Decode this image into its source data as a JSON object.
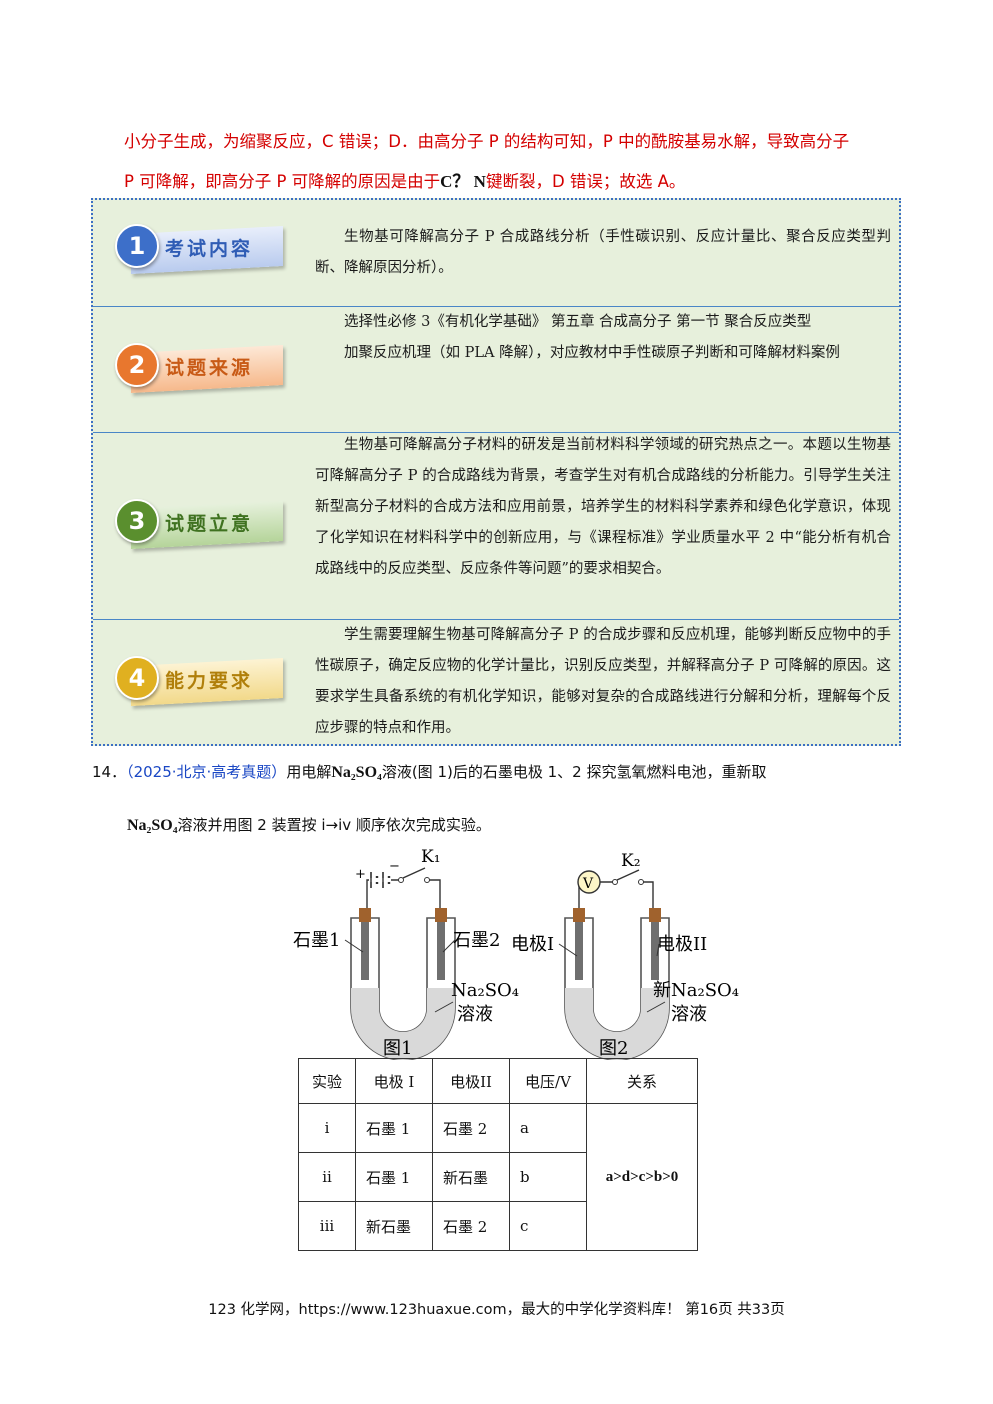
{
  "answer": {
    "line1": "小分子生成，为缩聚反应，C 错误；D．由高分子 P 的结构可知，P 中的酰胺基易水解，导致高分子",
    "line2_pre": "P 可降解，即高分子 P 可降解的原因是由于",
    "line2_bond": "C？ N",
    "line2_post": "键断裂，D 错误；故选 A。"
  },
  "sections": [
    {
      "num": "1",
      "label": "考试内容",
      "color": "#3d6fc9",
      "paras": [
        "生物基可降解高分子 P 合成路线分析（手性碳识别、反应计量比、聚合反应类型判断、降解原因分析）。"
      ]
    },
    {
      "num": "2",
      "label": "试题来源",
      "color": "#e8772e",
      "paras": [
        "选择性必修 3《有机化学基础》 第五章  合成高分子  第一节  聚合反应类型",
        "加聚反应机理（如 PLA 降解），对应教材中手性碳原子判断和可降解材料案例"
      ]
    },
    {
      "num": "3",
      "label": "试题立意",
      "color": "#5a8f2e",
      "paras": [
        "生物基可降解高分子材料的研发是当前材料科学领域的研究热点之一。本题以生物基可降解高分子 P 的合成路线为背景，考查学生对有机合成路线的分析能力。引导学生关注新型高分子材料的合成方法和应用前景，培养学生的材料科学素养和绿色化学意识，体现了化学知识在材料科学中的创新应用，与《课程标准》学业质量水平 2 中“能分析有机合成路线中的反应类型、反应条件等问题”的要求相契合。"
      ]
    },
    {
      "num": "4",
      "label": "能力要求",
      "color": "#e0b020",
      "paras": [
        "学生需要理解生物基可降解高分子 P 的合成步骤和反应机理，能够判断反应物中的手性碳原子，确定反应物的化学计量比，识别反应类型，并解释高分子 P 可降解的原因。这要求学生具备系统的有机化学知识，能够对复杂的合成路线进行分解和分析，理解每个反应步骤的特点和作用。"
      ]
    }
  ],
  "question": {
    "num": "14．",
    "source": "（2025·北京·高考真题）",
    "text1": "用电解",
    "formula": "Na₂SO₄",
    "text2": "溶液(图 1)后的石墨电极 1、2 探究氢氧燃料电池，重新取",
    "text3": "溶液并用图 2 装置按 i→iv 顺序依次完成实验。"
  },
  "figure": {
    "fig1": {
      "caption": "图1",
      "k": "K₁",
      "left": "石墨1",
      "right": "石墨2",
      "sol1": "Na₂SO₄",
      "sol2": "溶液",
      "plus": "+",
      "minus": "−"
    },
    "fig2": {
      "caption": "图2",
      "k": "K₂",
      "meter": "V",
      "left": "电极I",
      "right": "电极II",
      "sol1": "新Na₂SO₄",
      "sol2": "溶液"
    }
  },
  "table": {
    "headers": [
      "实验",
      "电极 I",
      "电极II",
      "电压/V",
      "关系"
    ],
    "rows": [
      [
        "i",
        "石墨 1",
        "石墨 2",
        "a"
      ],
      [
        "ii",
        "石墨 1",
        "新石墨",
        "b"
      ],
      [
        "iii",
        "新石墨",
        "石墨 2",
        "c"
      ]
    ],
    "relation": "a>d>c>b>0"
  },
  "footer": "123 化学网，https://www.123huaxue.com，最大的中学化学资料库！   第16页  共33页"
}
